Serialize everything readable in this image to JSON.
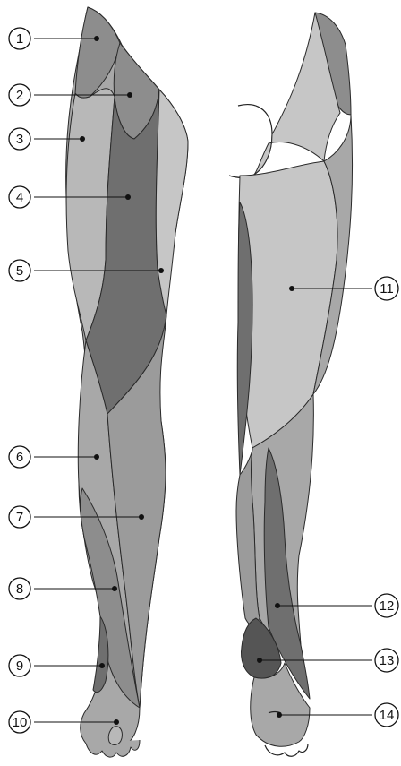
{
  "callouts": [
    {
      "id": "1",
      "label": "1"
    },
    {
      "id": "2",
      "label": "2"
    },
    {
      "id": "3",
      "label": "3"
    },
    {
      "id": "4",
      "label": "4"
    },
    {
      "id": "5",
      "label": "5"
    },
    {
      "id": "6",
      "label": "6"
    },
    {
      "id": "7",
      "label": "7"
    },
    {
      "id": "8",
      "label": "8"
    },
    {
      "id": "9",
      "label": "9"
    },
    {
      "id": "10",
      "label": "10"
    },
    {
      "id": "11",
      "label": "11"
    },
    {
      "id": "12",
      "label": "12"
    },
    {
      "id": "13",
      "label": "13"
    },
    {
      "id": "14",
      "label": "14"
    }
  ],
  "colors": {
    "background": "#ffffff",
    "outline": "#222222",
    "region_light": "#b8b8b8",
    "region_mid": "#9b9b9b",
    "region_dark": "#6f6f6f",
    "region_darker": "#555555"
  }
}
